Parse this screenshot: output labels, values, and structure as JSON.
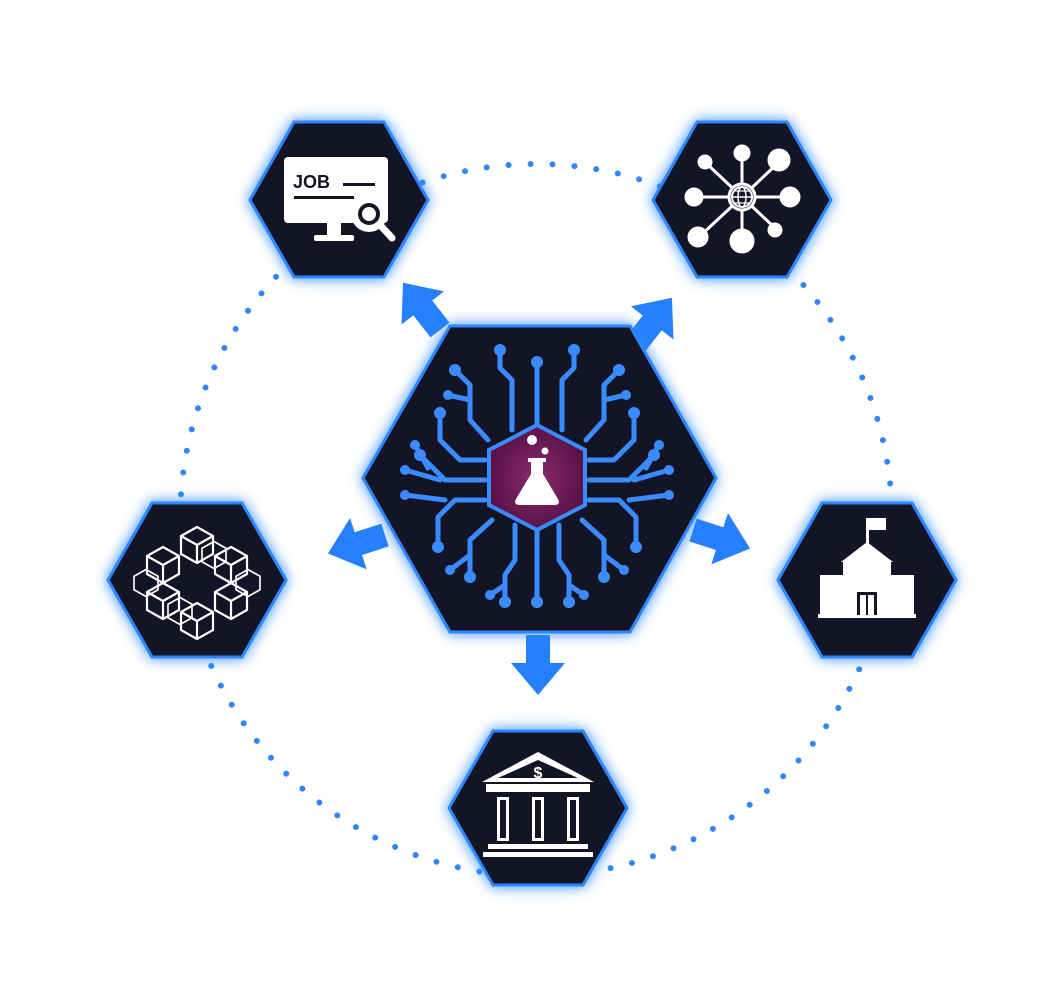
{
  "colors": {
    "background": "#ffffff",
    "hex_fill": "#131425",
    "hex_border": "#2e86ff",
    "accent": "#1f7dff",
    "circuit": "#3a8bff",
    "flask_bg": "#6e1a55",
    "icon": "#ffffff"
  },
  "center": {
    "icon": "flask-icon",
    "decoration": "circuit-brain"
  },
  "nodes": [
    {
      "id": "job-search",
      "icon": "job-search-icon",
      "label": "JOB"
    },
    {
      "id": "network",
      "icon": "network-globe-icon"
    },
    {
      "id": "school",
      "icon": "school-building-icon"
    },
    {
      "id": "bank",
      "icon": "bank-icon",
      "label": "$"
    },
    {
      "id": "cubes",
      "icon": "cube-ring-icon"
    }
  ]
}
